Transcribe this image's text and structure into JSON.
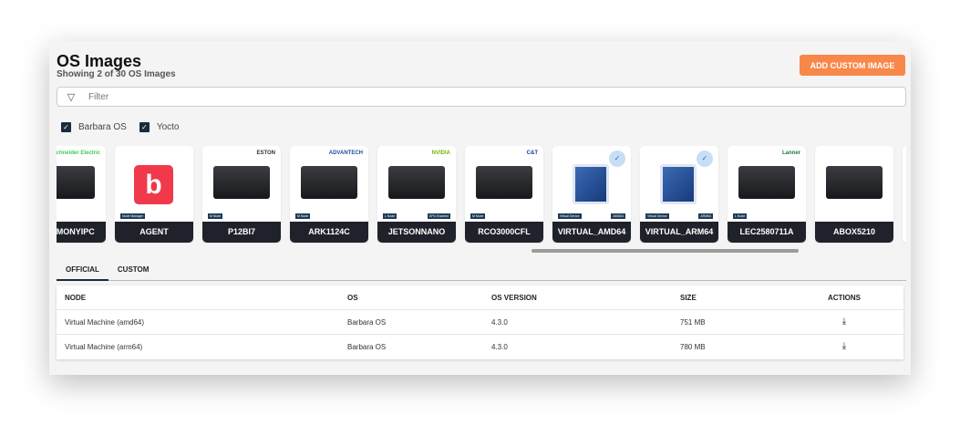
{
  "header": {
    "title": "OS Images",
    "subtitle": "Showing 2 of 30 OS Images",
    "add_button": "ADD CUSTOM IMAGE"
  },
  "filter": {
    "placeholder": "Filter",
    "icon": "filter-icon"
  },
  "checkboxes": [
    {
      "label": "Barbara OS",
      "checked": true
    },
    {
      "label": "Yocto",
      "checked": true
    }
  ],
  "cards": [
    {
      "name": "HARMONYIPC",
      "brand": "Schneider Electric",
      "brand_color": "#3dcd58",
      "badges": []
    },
    {
      "name": "AGENT",
      "badges": [
        "Node Manager"
      ],
      "logo": "b"
    },
    {
      "name": "P12BI7",
      "brand": "ESTON",
      "brand_color": "#333",
      "badges": [
        "M Node"
      ]
    },
    {
      "name": "ARK1124C",
      "brand": "ADVANTECH",
      "brand_color": "#1d4e9e",
      "badges": [
        "M Node"
      ]
    },
    {
      "name": "JETSONNANO",
      "brand": "NVIDIA",
      "brand_color": "#76b900",
      "badges": [
        "L Node",
        "GPU Enabled"
      ]
    },
    {
      "name": "RCO3000CFL",
      "brand": "C&T",
      "brand_color": "#1d3da0",
      "badges": [
        "M Node"
      ]
    },
    {
      "name": "VIRTUAL_AMD64",
      "selected": true,
      "badges": [
        "Virtual Device",
        "AMD64"
      ]
    },
    {
      "name": "VIRTUAL_ARM64",
      "selected": true,
      "badges": [
        "Virtual Device",
        "ARM64"
      ]
    },
    {
      "name": "LEC2580711A",
      "brand": "Lanner",
      "brand_color": "#1f7a3a",
      "badges": [
        "L Node"
      ]
    },
    {
      "name": "ABOX5210",
      "badges": []
    }
  ],
  "tabs": [
    {
      "label": "OFFICIAL",
      "active": true
    },
    {
      "label": "CUSTOM",
      "active": false
    }
  ],
  "table": {
    "columns": [
      "NODE",
      "OS",
      "OS VERSION",
      "SIZE",
      "ACTIONS"
    ],
    "rows": [
      {
        "node": "Virtual Machine (amd64)",
        "os": "Barbara OS",
        "version": "4.3.0",
        "size": "751 MB",
        "action": "download-icon"
      },
      {
        "node": "Virtual Machine (arm64)",
        "os": "Barbara OS",
        "version": "4.3.0",
        "size": "780 MB",
        "action": "download-icon"
      }
    ]
  },
  "colors": {
    "accent": "#f7884a",
    "dark": "#1f222b",
    "navy": "#1b2a3d"
  }
}
